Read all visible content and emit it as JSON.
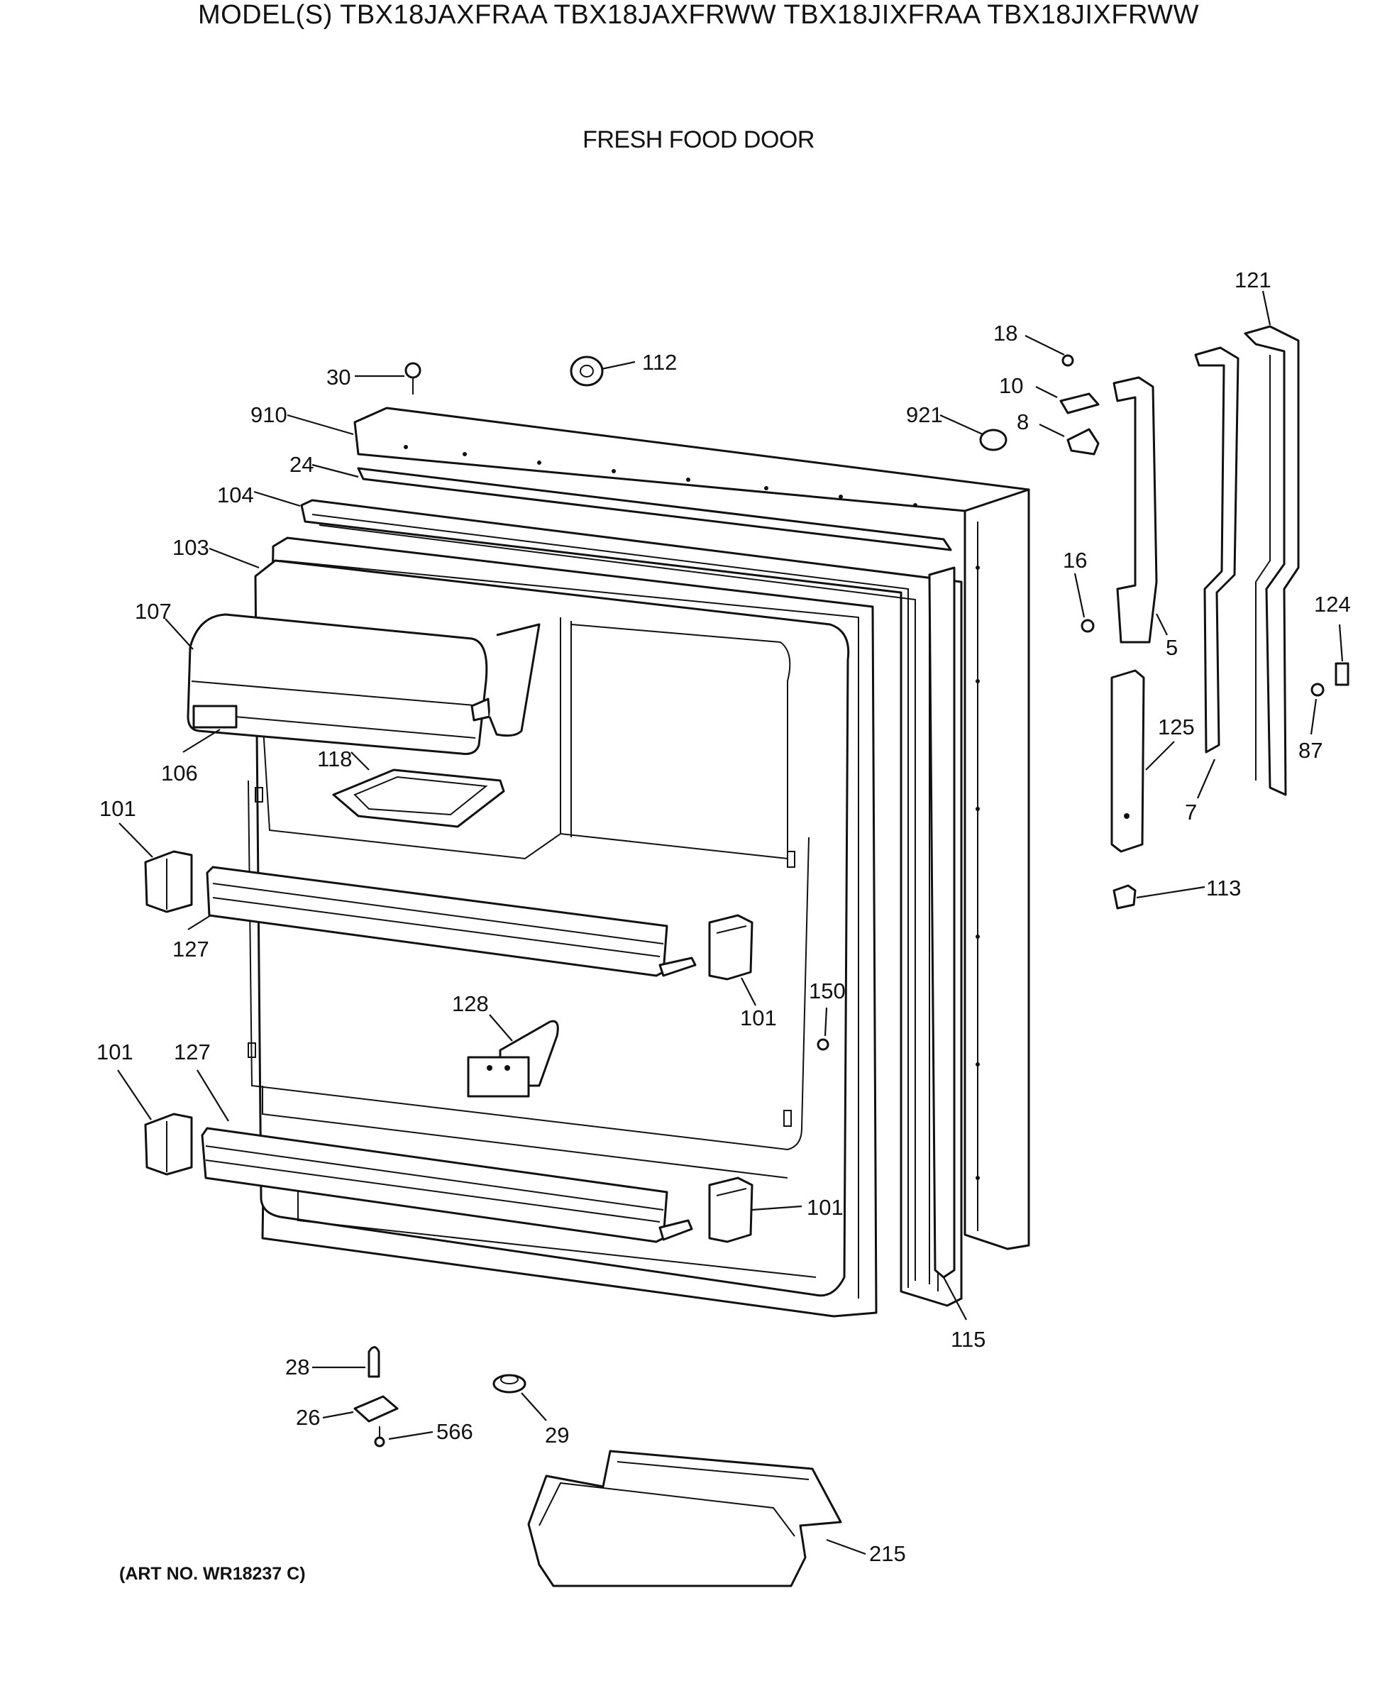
{
  "header": {
    "models": "MODEL(S) TBX18JAXFRAA  TBX18JAXFRWW  TBX18JIXFRAA  TBX18JIXFRWW"
  },
  "section_title": "FRESH FOOD DOOR",
  "art_number": "(ART NO. WR18237 C)",
  "callouts": [
    {
      "id": "c30",
      "text": "30"
    },
    {
      "id": "c112",
      "text": "112"
    },
    {
      "id": "c910",
      "text": "910"
    },
    {
      "id": "c24",
      "text": "24"
    },
    {
      "id": "c104",
      "text": "104"
    },
    {
      "id": "c103",
      "text": "103"
    },
    {
      "id": "c107",
      "text": "107"
    },
    {
      "id": "c106",
      "text": "106"
    },
    {
      "id": "c118",
      "text": "118"
    },
    {
      "id": "c101a",
      "text": "101"
    },
    {
      "id": "c127a",
      "text": "127"
    },
    {
      "id": "c101b",
      "text": "101"
    },
    {
      "id": "c128",
      "text": "128"
    },
    {
      "id": "c150",
      "text": "150"
    },
    {
      "id": "c101c",
      "text": "101"
    },
    {
      "id": "c127b",
      "text": "127"
    },
    {
      "id": "c101d",
      "text": "101"
    },
    {
      "id": "c115",
      "text": "115"
    },
    {
      "id": "c121",
      "text": "121"
    },
    {
      "id": "c18",
      "text": "18"
    },
    {
      "id": "c10",
      "text": "10"
    },
    {
      "id": "c921",
      "text": "921"
    },
    {
      "id": "c8",
      "text": "8"
    },
    {
      "id": "c16",
      "text": "16"
    },
    {
      "id": "c5",
      "text": "5"
    },
    {
      "id": "c124",
      "text": "124"
    },
    {
      "id": "c125",
      "text": "125"
    },
    {
      "id": "c87",
      "text": "87"
    },
    {
      "id": "c7",
      "text": "7"
    },
    {
      "id": "c113",
      "text": "113"
    },
    {
      "id": "c28",
      "text": "28"
    },
    {
      "id": "c26",
      "text": "26"
    },
    {
      "id": "c566",
      "text": "566"
    },
    {
      "id": "c29",
      "text": "29"
    },
    {
      "id": "c215",
      "text": "215"
    }
  ]
}
